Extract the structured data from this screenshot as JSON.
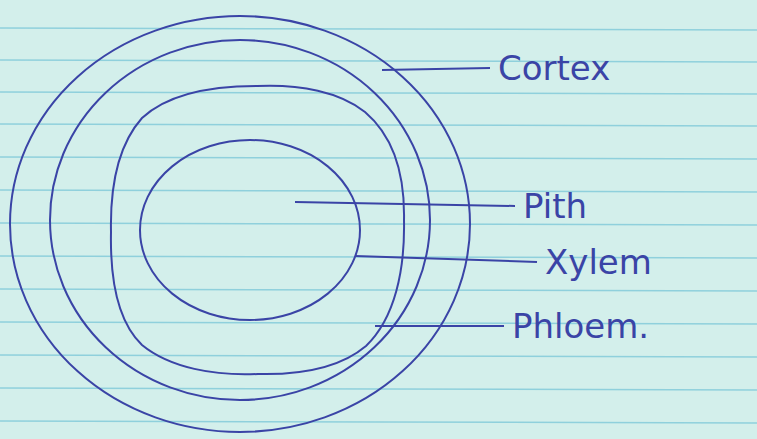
{
  "diagram": {
    "labels": [
      "Cortex",
      "Pith",
      "Xylem",
      "Phloem."
    ]
  }
}
